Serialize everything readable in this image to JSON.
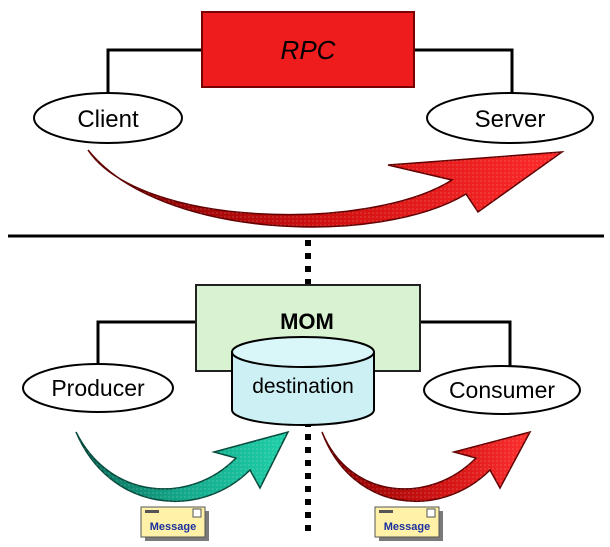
{
  "rpc": {
    "title": "RPC",
    "client_label": "Client",
    "server_label": "Server"
  },
  "mom": {
    "title": "MOM",
    "destination_label": "destination",
    "producer_label": "Producer",
    "consumer_label": "Consumer",
    "message_left": "Message",
    "message_right": "Message"
  },
  "colors": {
    "rpc_box": "#ee1c1c",
    "mom_box": "#d9f2d2",
    "destination": "#cdf0f4",
    "arrow_red": "#c81010",
    "arrow_teal": "#16b294",
    "message_note": "#fff2a8"
  }
}
